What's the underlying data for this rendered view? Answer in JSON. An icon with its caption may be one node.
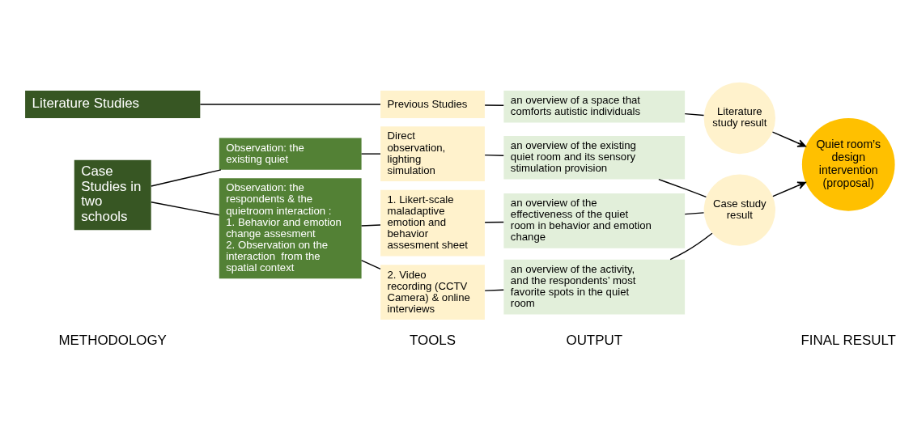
{
  "diagram": {
    "nodes": [
      {
        "text": [
          "Literature Studies"
        ]
      },
      {
        "text": [
          "Previous Studies"
        ]
      },
      {
        "text": [
          "an overview of a space that comforts autistic individuals"
        ]
      },
      {
        "text": [
          "Case Studies in two schools"
        ]
      },
      {
        "text": [
          "Observation: the existing quiet"
        ]
      },
      {
        "text": [
          "Direct observation, lighting simulation"
        ]
      },
      {
        "text": [
          "an overview of the existing quiet room and its sensory stimulation provision"
        ]
      },
      {
        "text": [
          "Observation: the respondents & the quietroom interaction :",
          "1. Behavior and emotion change assesment",
          "2. Observation on the interaction  from the spatial context"
        ]
      },
      {
        "text": [
          "1. Likert-scale maladaptive emotion and behavior assesment sheet"
        ]
      },
      {
        "text": [
          "an overview of the effectiveness of the quiet room in behavior and emotion change"
        ]
      },
      {
        "text": [
          "2. Video recording (CCTV Camera) & online interviews"
        ]
      },
      {
        "text": [
          "an overview of the activity, and the respondents’ most favorite spots in the quiet room"
        ]
      },
      {
        "text": [
          "Literature study result"
        ]
      },
      {
        "text": [
          "Case study result"
        ]
      },
      {
        "text": [
          "Quiet room’s design intervention (proposal)"
        ]
      }
    ],
    "edges": [
      {
        "from": 0,
        "to": 1,
        "arrow": "none"
      },
      {
        "from": 1,
        "to": 2,
        "arrow": "none"
      },
      {
        "from": 3,
        "to": 4,
        "arrow": "none"
      },
      {
        "from": 4,
        "to": 5,
        "arrow": "none"
      },
      {
        "from": 5,
        "to": 6,
        "arrow": "none"
      },
      {
        "from": 3,
        "to": 7,
        "arrow": "none"
      },
      {
        "from": 7,
        "to": 8,
        "arrow": "none"
      },
      {
        "from": 8,
        "to": 9,
        "arrow": "none"
      },
      {
        "from": 7,
        "to": 10,
        "arrow": "none"
      },
      {
        "from": 10,
        "to": 11,
        "arrow": "none"
      },
      {
        "from": 2,
        "to": 12,
        "arrow": "none"
      },
      {
        "from": 6,
        "to": 13,
        "arrow": "none"
      },
      {
        "from": 9,
        "to": 13,
        "arrow": "none"
      },
      {
        "from": 11,
        "to": 13,
        "arrow": "none"
      },
      {
        "from": 12,
        "to": 14,
        "arrow": "to"
      },
      {
        "from": 13,
        "to": 14,
        "arrow": "to"
      }
    ],
    "labels": [
      "METHODOLOGY",
      "TOOLS",
      "OUTPUT",
      "FINAL RESULT"
    ]
  }
}
